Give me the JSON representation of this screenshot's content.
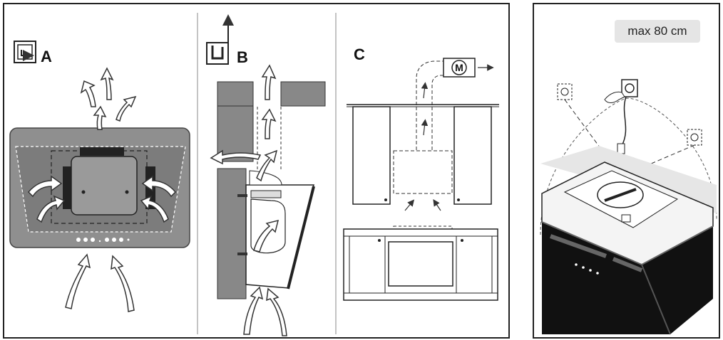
{
  "panels": [
    {
      "label": "A"
    },
    {
      "label": "B"
    },
    {
      "label": "C",
      "motor_label": "M"
    }
  ],
  "install_view": {
    "max_distance": "max 80 cm"
  }
}
